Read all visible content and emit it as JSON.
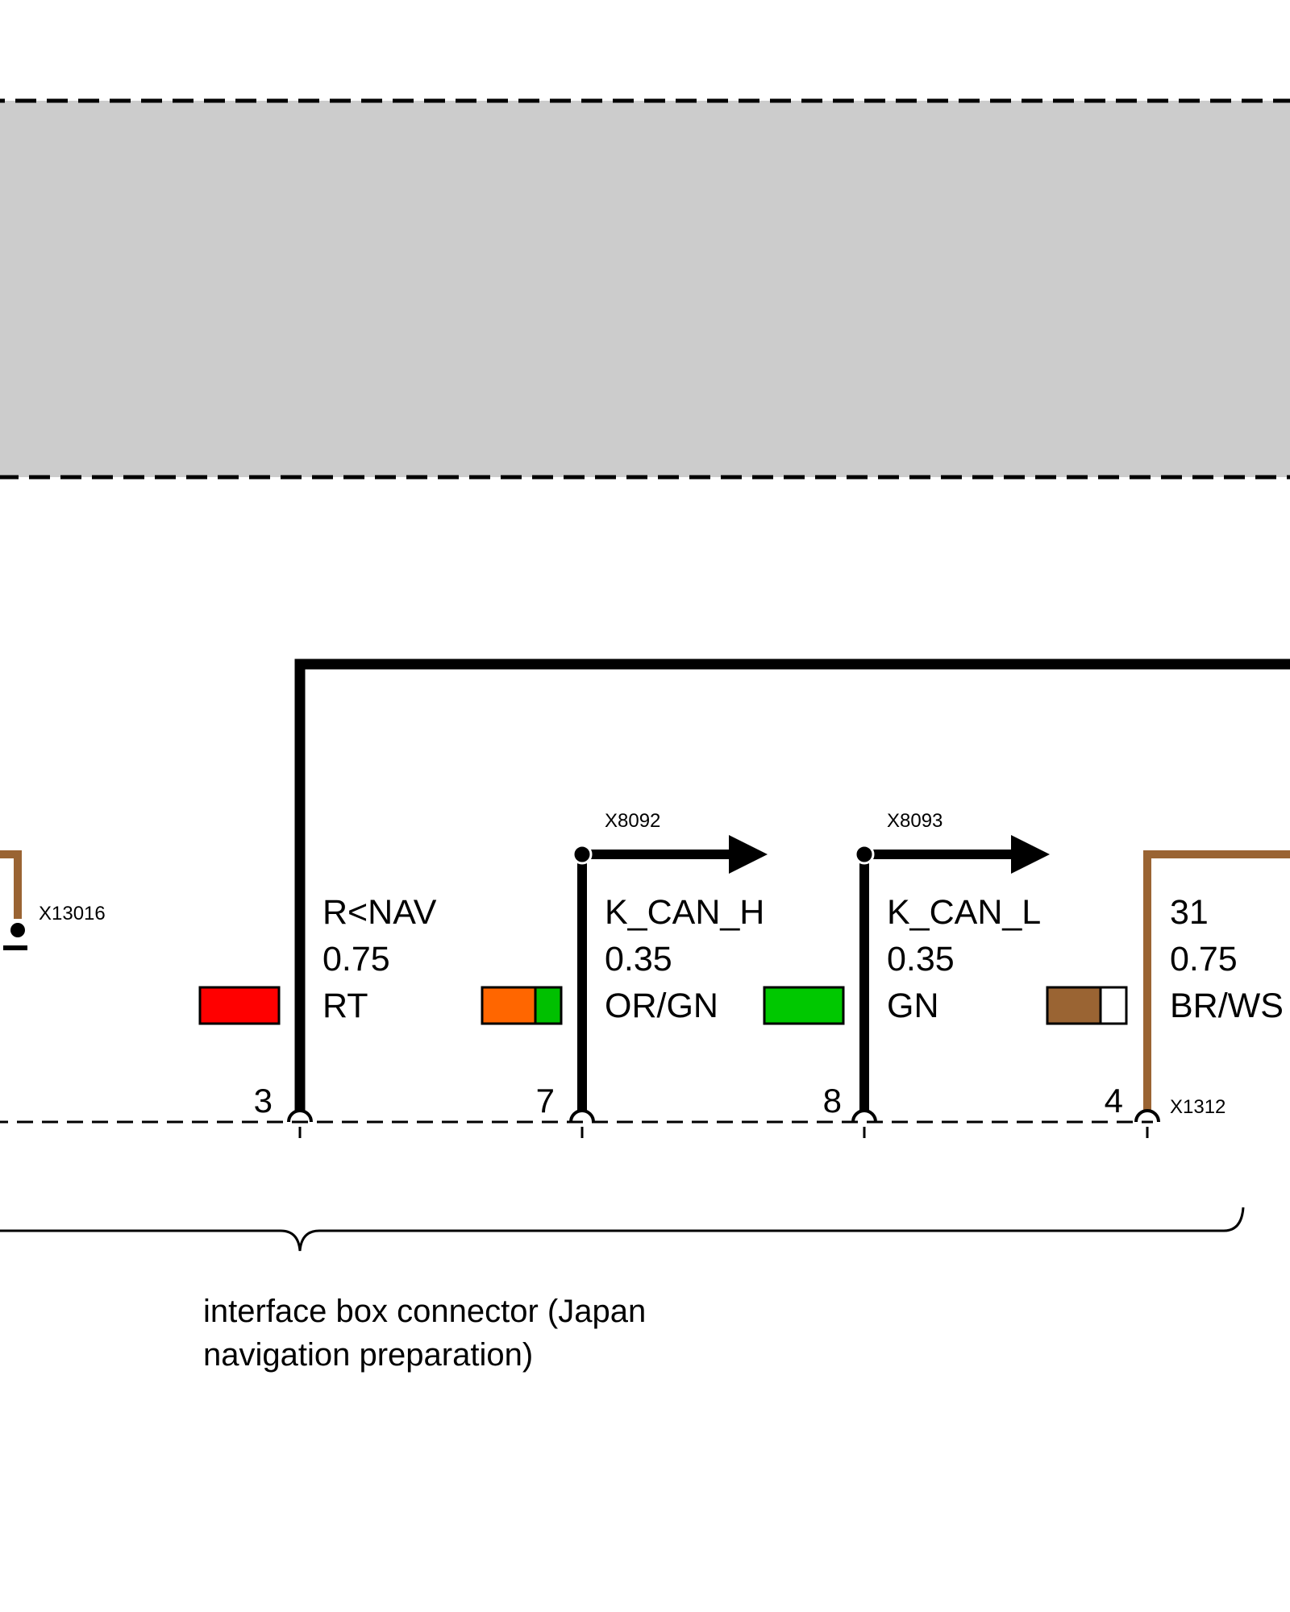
{
  "connectors": {
    "left_stub": "X13016",
    "interface_box": "X1312"
  },
  "wires": [
    {
      "pin": "3",
      "signal": "R<NAV",
      "gauge": "0.75",
      "color_code": "RT",
      "colors": [
        "#ff0000"
      ],
      "wire_color": "#000000"
    },
    {
      "pin": "7",
      "signal": "K_CAN_H",
      "gauge": "0.35",
      "color_code": "OR/GN",
      "colors": [
        "#ff6600",
        "#00c000"
      ],
      "wire_color": "#000000",
      "splice": "X8092"
    },
    {
      "pin": "8",
      "signal": "K_CAN_L",
      "gauge": "0.35",
      "color_code": "GN",
      "colors": [
        "#00c800"
      ],
      "wire_color": "#000000",
      "splice": "X8093"
    },
    {
      "pin": "4",
      "signal": "31",
      "gauge": "0.75",
      "color_code": "BR/WS",
      "colors": [
        "#9a6433",
        "#ffffff"
      ],
      "wire_color": "#9a6433"
    }
  ],
  "caption": {
    "line1": "interface box connector (Japan",
    "line2": "navigation preparation)"
  },
  "colors": {
    "component_fill": "#cccccc",
    "brown_wire": "#9a6433"
  }
}
